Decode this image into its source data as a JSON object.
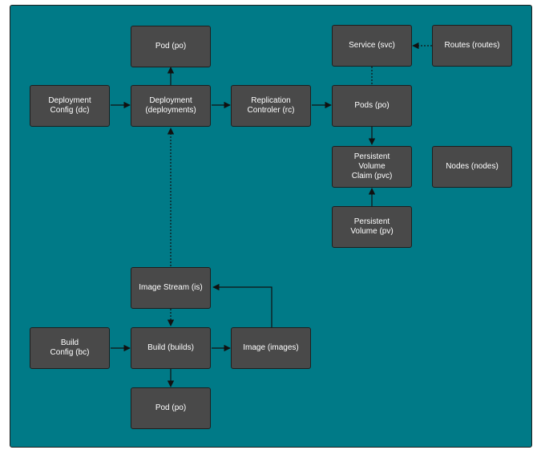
{
  "colors": {
    "canvas_bg": "#007a87",
    "node_bg": "#494949",
    "node_text": "#ffffff",
    "edge": "#111111"
  },
  "nodes": {
    "pod_top": "Pod (po)",
    "deployment_config": "Deployment\nConfig (dc)",
    "deployment": "Deployment\n(deployments)",
    "replication_controller": "Replication\nControler (rc)",
    "service": "Service (svc)",
    "routes": "Routes (routes)",
    "pods": "Pods (po)",
    "pvc": "Persistent\nVolume\nClaim (pvc)",
    "nodes": "Nodes (nodes)",
    "pv": "Persistent\nVolume (pv)",
    "image_stream": "Image Stream (is)",
    "build_config": "Build\nConfig (bc)",
    "build": "Build (builds)",
    "image": "Image (images)",
    "pod_bottom": "Pod (po)"
  }
}
